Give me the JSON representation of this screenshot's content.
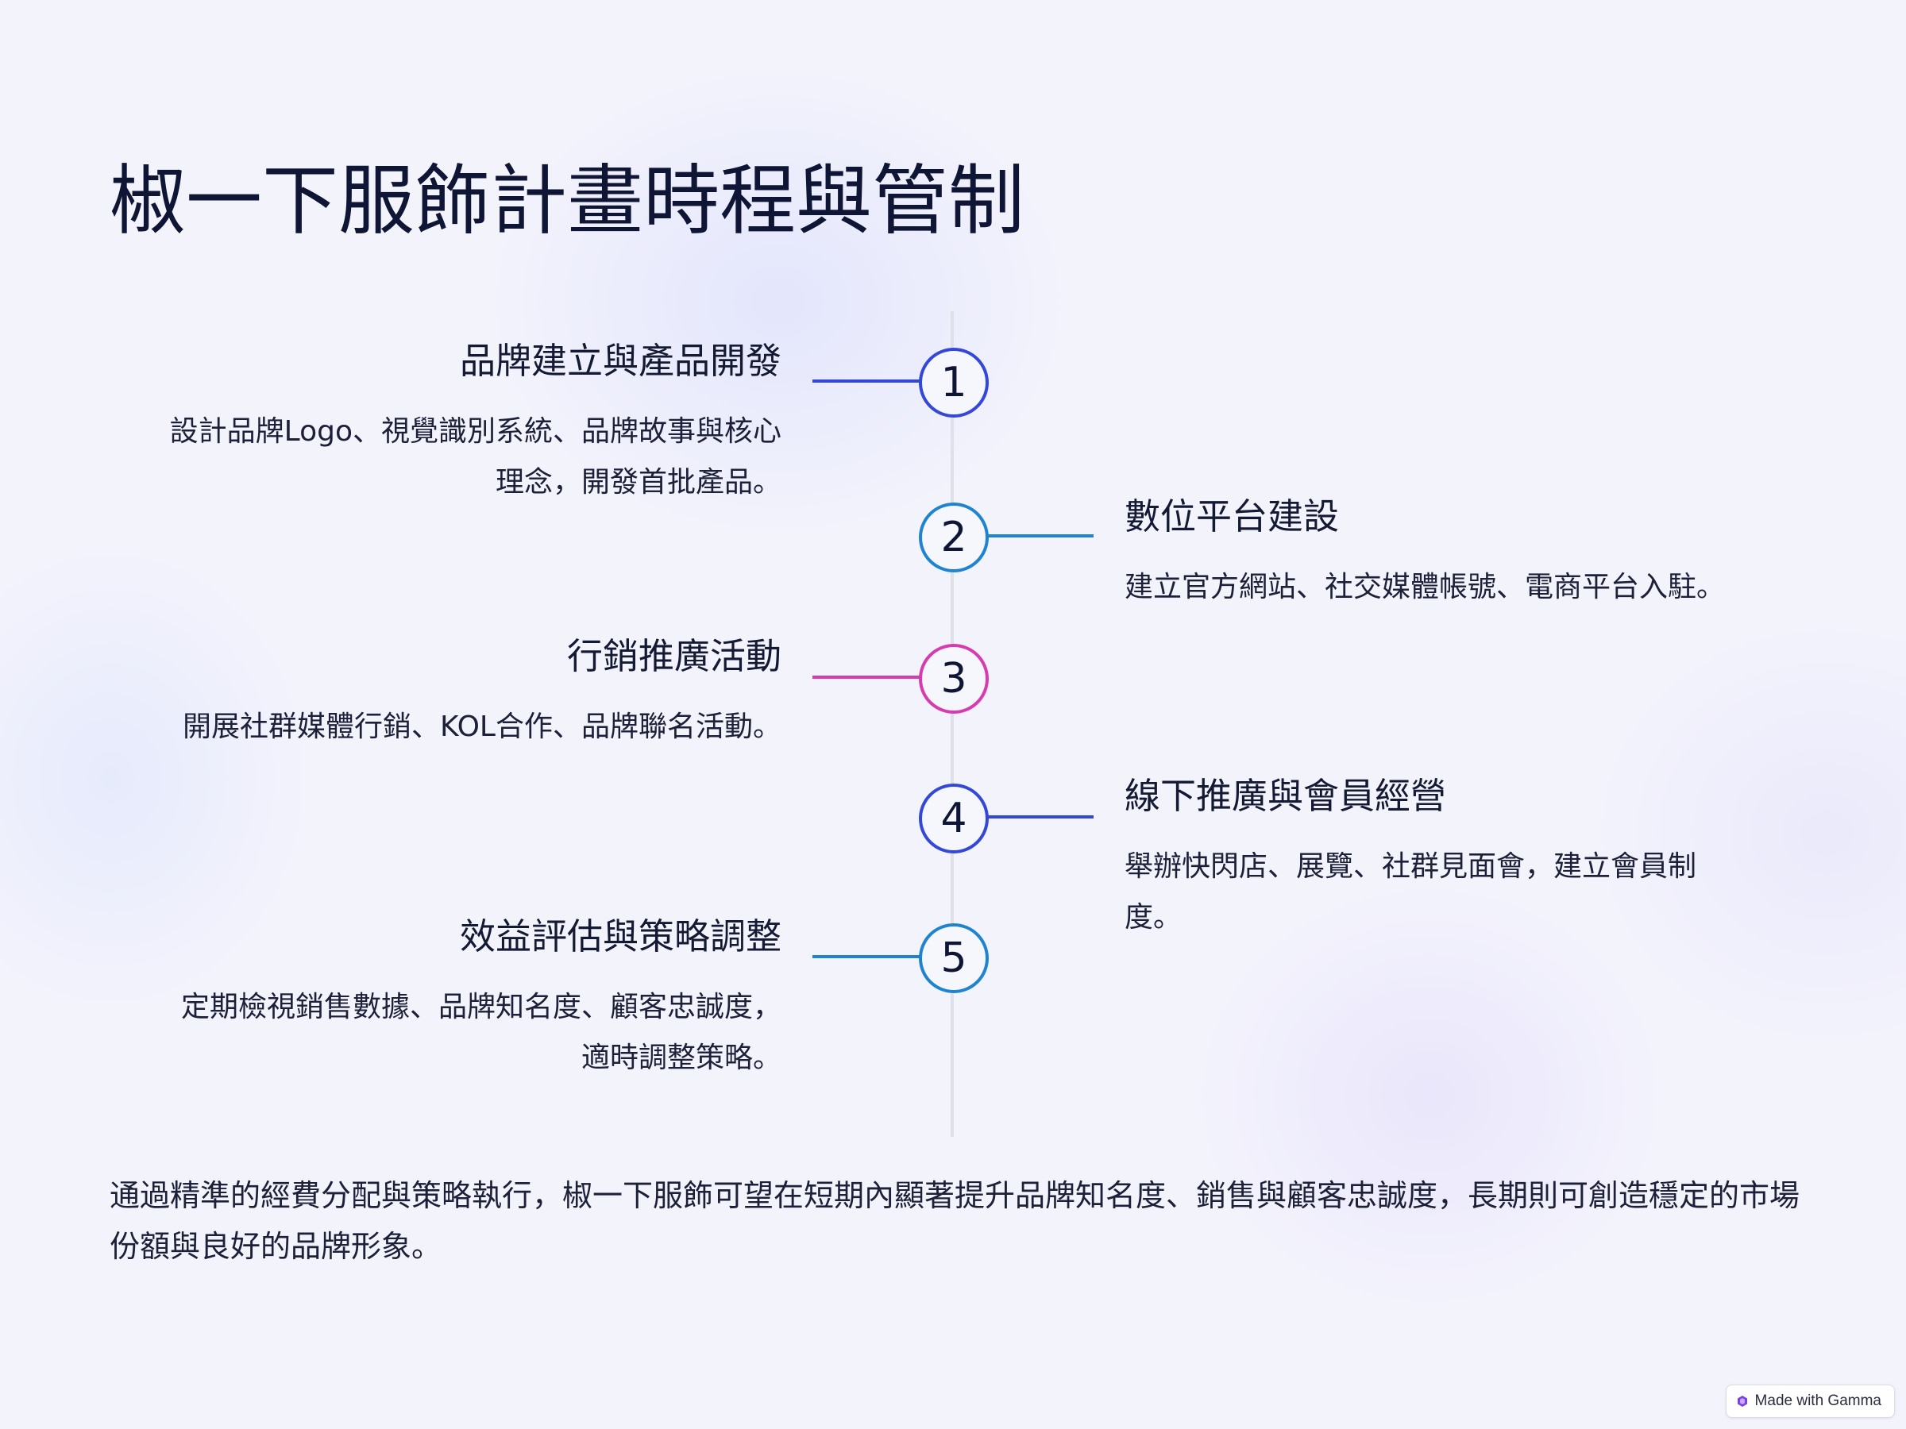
{
  "title": "椒一下服飾計畫時程與管制",
  "steps": [
    {
      "number": "1",
      "heading": "品牌建立與產品開發",
      "text_line1": "設計品牌Logo、視覺識別系統、品牌故事與核心",
      "text_line2": "理念，開發首批產品。",
      "color": "#3347d8"
    },
    {
      "number": "2",
      "heading": "數位平台建設",
      "text_line1": "建立官方網站、社交媒體帳號、電商平台入駐。",
      "color": "#1f84cf"
    },
    {
      "number": "3",
      "heading": "行銷推廣活動",
      "text_line1": "開展社群媒體行銷、KOL合作、品牌聯名活動。",
      "color": "#d63bb0"
    },
    {
      "number": "4",
      "heading": "線下推廣與會員經營",
      "text_line1": "舉辦快閃店、展覽、社群見面會，建立會員制",
      "text_line2": "度。",
      "color": "#3347d8"
    },
    {
      "number": "5",
      "heading": "效益評估與策略調整",
      "text_line1": "定期檢視銷售數據、品牌知名度、顧客忠誠度，",
      "text_line2": "適時調整策略。",
      "color": "#1f84cf"
    }
  ],
  "summary": "通過精準的經費分配與策略執行，椒一下服飾可望在短期內顯著提升品牌知名度、銷售與顧客忠誠度，長期則可創造穩定的市場份額與良好的品牌形象。",
  "badge": {
    "label": "Made with Gamma",
    "icon": "gamma-logo-icon"
  }
}
